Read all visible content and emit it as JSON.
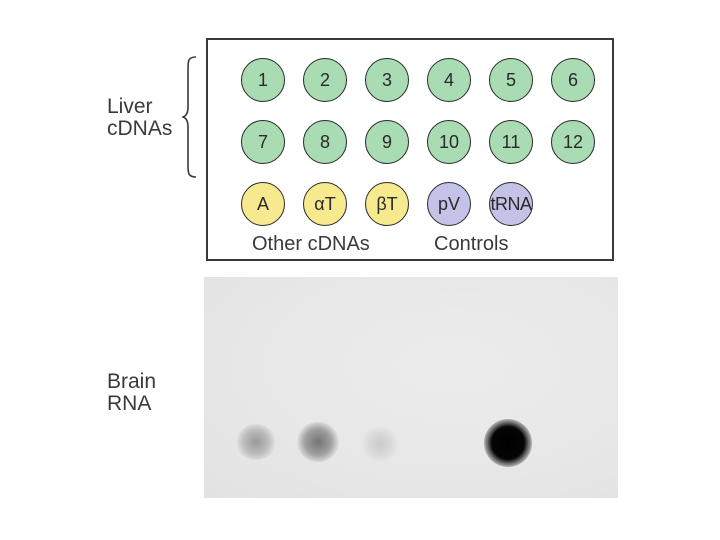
{
  "labels": {
    "liver_line1": "Liver",
    "liver_line2": "cDNAs",
    "brain_line1": "Brain",
    "brain_line2": "RNA"
  },
  "key": {
    "liver_row1": [
      "1",
      "2",
      "3",
      "4",
      "5",
      "6"
    ],
    "liver_row2": [
      "7",
      "8",
      "9",
      "10",
      "11",
      "12"
    ],
    "other_cdnas": [
      "A",
      "αT",
      "βT"
    ],
    "controls": [
      "pV",
      "tRNA"
    ],
    "caption_other": "Other cDNAs",
    "caption_controls": "Controls"
  },
  "colors": {
    "liver_dot": "#a9dcb2",
    "other_dot": "#f7e98e",
    "control_dot": "#c4c3e7",
    "blot_background": "#e9e9e9",
    "strong_signal": "#000000"
  },
  "blot_signals": [
    {
      "position": "A",
      "intensity": "weak"
    },
    {
      "position": "αT",
      "intensity": "moderate"
    },
    {
      "position": "βT",
      "intensity": "faint"
    },
    {
      "position": "tRNA",
      "intensity": "strong"
    }
  ]
}
